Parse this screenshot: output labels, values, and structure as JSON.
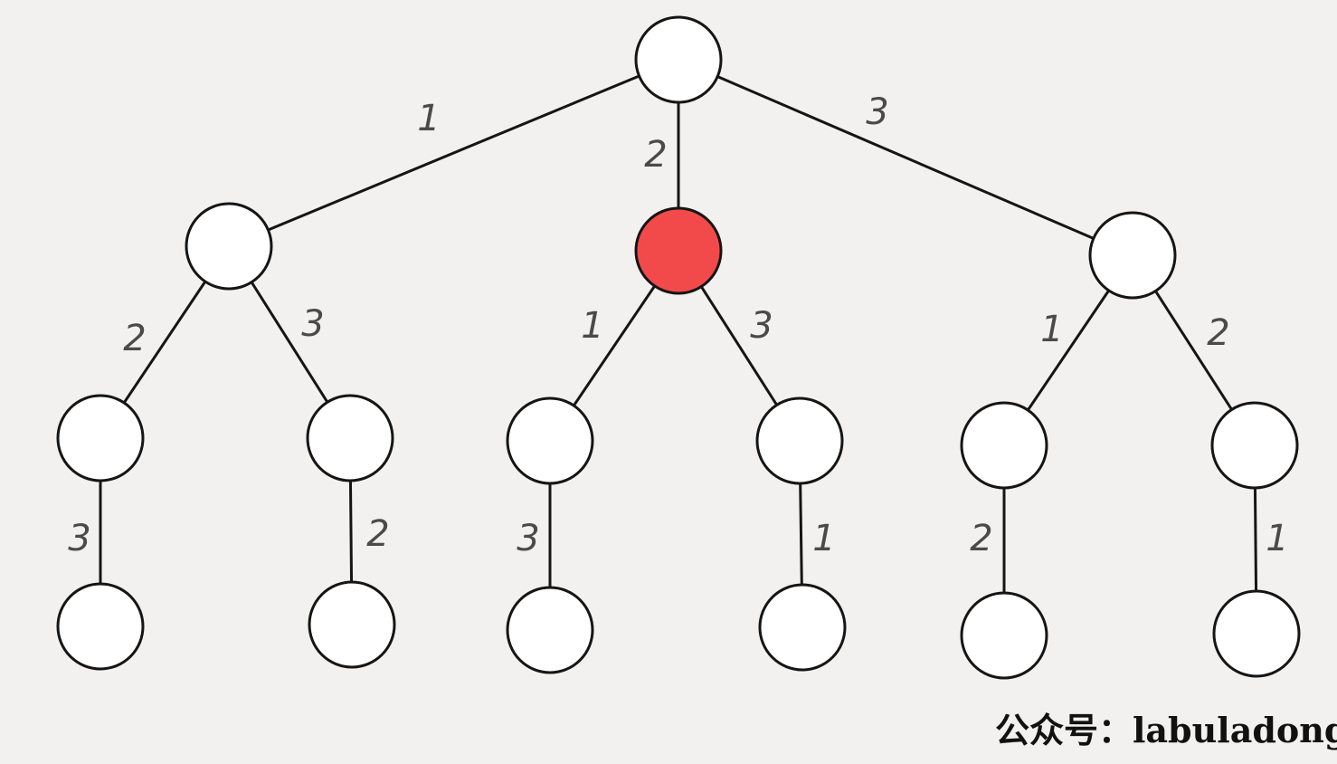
{
  "diagram": {
    "type": "tree",
    "highlight_color": "#f24a4b",
    "node_color": "#ffffff",
    "line_color": "#151515",
    "edges": [
      {
        "id": "root-a",
        "label": "1"
      },
      {
        "id": "root-b",
        "label": "2"
      },
      {
        "id": "root-c",
        "label": "3"
      },
      {
        "id": "a-a1",
        "label": "2"
      },
      {
        "id": "a-a2",
        "label": "3"
      },
      {
        "id": "b-b1",
        "label": "1"
      },
      {
        "id": "b-b2",
        "label": "3"
      },
      {
        "id": "c-c1",
        "label": "1"
      },
      {
        "id": "c-c2",
        "label": "2"
      },
      {
        "id": "a1-leaf",
        "label": "3"
      },
      {
        "id": "a2-leaf",
        "label": "2"
      },
      {
        "id": "b1-leaf",
        "label": "3"
      },
      {
        "id": "b2-leaf",
        "label": "1"
      },
      {
        "id": "c1-leaf",
        "label": "2"
      },
      {
        "id": "c2-leaf",
        "label": "1"
      }
    ],
    "highlighted_node": "b"
  },
  "watermark": "公众号：labuladong"
}
